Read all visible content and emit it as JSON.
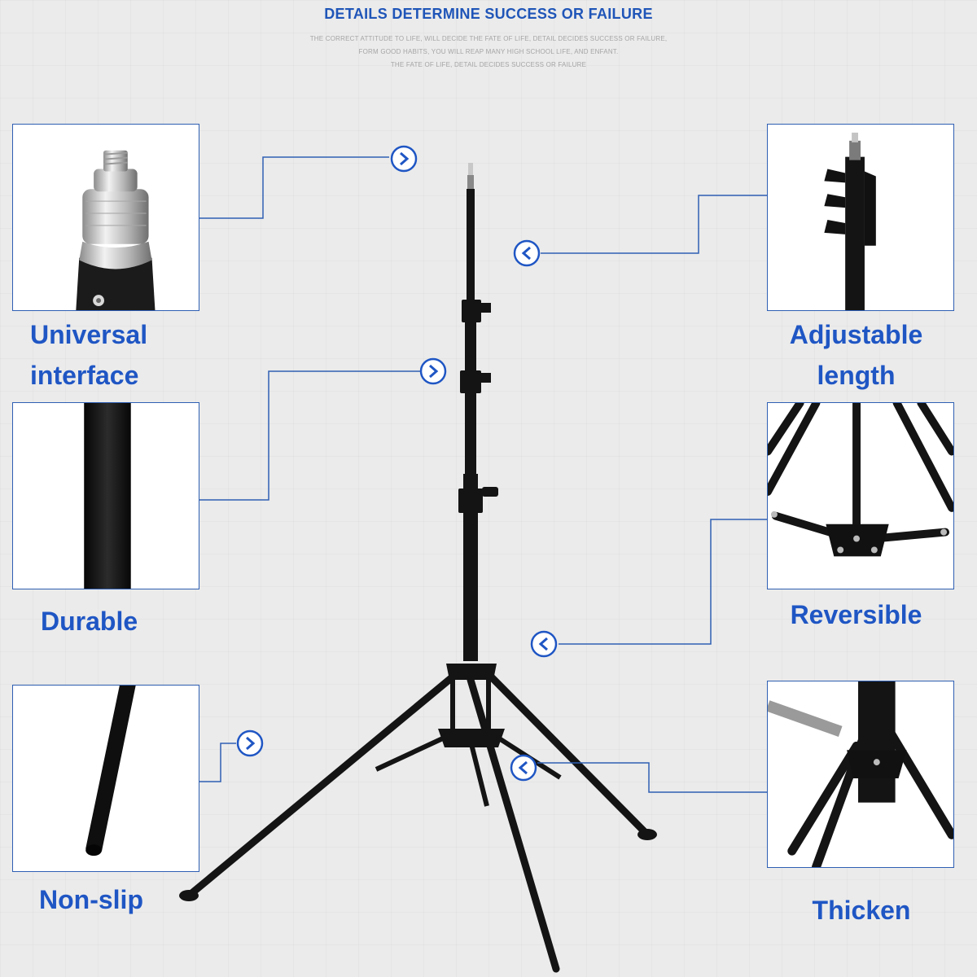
{
  "header": {
    "title": "DETAILS DETERMINE SUCCESS OR FAILURE",
    "sub_line_1": "THE CORRECT ATTITUDE TO LIFE, WILL DECIDE THE FATE OF LIFE, DETAIL DECIDES SUCCESS OR FAILURE,",
    "sub_line_2": "FORM GOOD HABITS, YOU WILL REAP MANY HIGH SCHOOL LIFE, AND ENFANT.",
    "sub_line_3": "THE FATE OF LIFE, DETAIL DECIDES SUCCESS OR FAILURE"
  },
  "features": {
    "universal_interface": {
      "line1": "Universal",
      "line2": "interface"
    },
    "adjustable_length": {
      "line1": "Adjustable",
      "line2": "length"
    },
    "durable": {
      "label": "Durable"
    },
    "reversible": {
      "label": "Reversible"
    },
    "non_slip": {
      "label": "Non-slip"
    },
    "thicken": {
      "label": "Thicken"
    }
  },
  "colors": {
    "accent_blue": "#1f56c4",
    "frame_blue": "#2f5fb3",
    "background": "#ebebeb",
    "stand_black": "#141414"
  },
  "icons": {
    "pointer": "circled-chevron-icon",
    "product": "light-stand-icon"
  }
}
